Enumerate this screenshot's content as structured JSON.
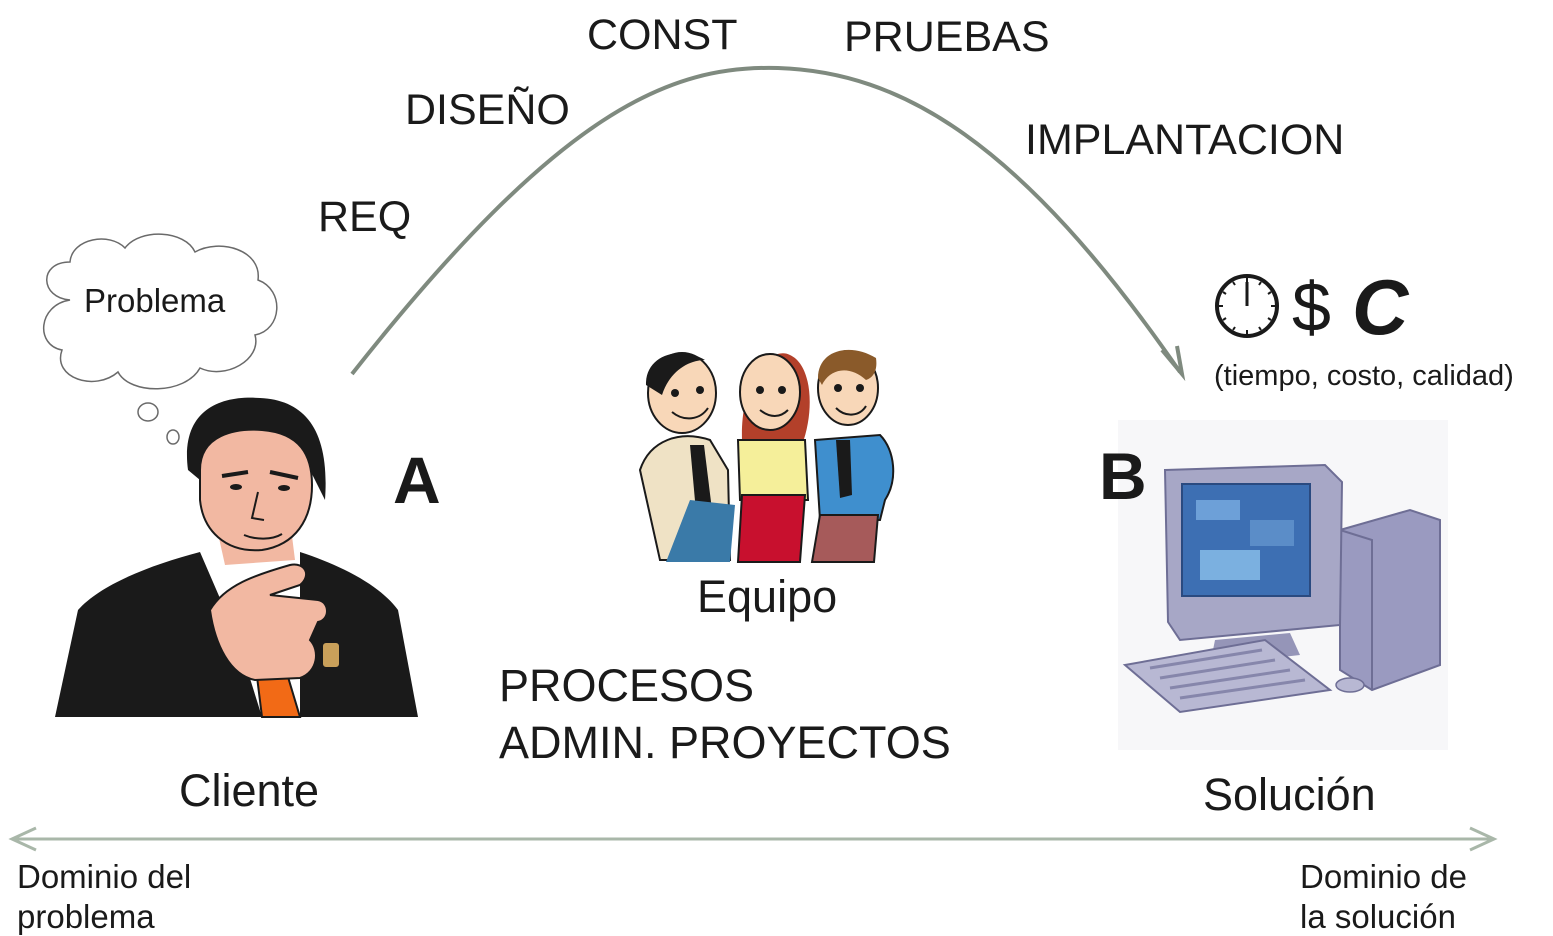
{
  "phases": {
    "req": "REQ",
    "diseno": "DISEÑO",
    "const": "CONST",
    "pruebas": "PRUEBAS",
    "implantacion": "IMPLANTACION"
  },
  "thought_bubble": {
    "text": "Problema"
  },
  "points": {
    "a": "A",
    "b": "B"
  },
  "cliente": {
    "label": "Cliente"
  },
  "equipo": {
    "label": "Equipo"
  },
  "solucion": {
    "label": "Solución"
  },
  "metrics": {
    "dollar": "$",
    "quality": "C",
    "caption": "(tiempo, costo, calidad)",
    "icons": [
      "clock-icon",
      "dollar-sign",
      "quality-letter"
    ]
  },
  "process": {
    "line1": "PROCESOS",
    "line2": "ADMIN. PROYECTOS"
  },
  "domain_axis": {
    "left_line1": "Dominio del",
    "left_line2": "problema",
    "right_line1": "Dominio de",
    "right_line2": "la solución"
  },
  "colors": {
    "arc": "#7f8a7f",
    "axis": "#a9b7a9",
    "text": "#1a1a1a",
    "tie": "#f26a16",
    "woman_skirt": "#c8102e",
    "woman_blouse": "#f5ef9a",
    "man_right_shirt": "#3f8fce",
    "monitor_body": "#a7a7c6",
    "monitor_screen": "#3d6fb3"
  }
}
